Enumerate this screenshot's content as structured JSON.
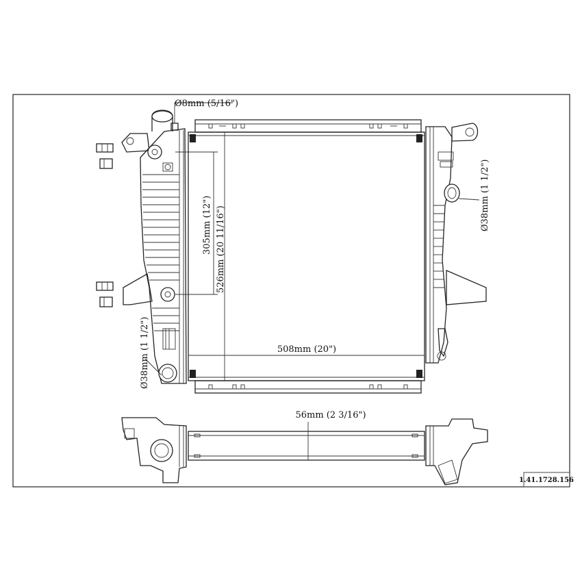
{
  "dimensions": {
    "inlet_diameter": "Ø8mm (5/16\")",
    "outlet_right": "Ø38mm (1 1/2\")",
    "outlet_left": "Ø38mm (1 1/2\")",
    "height_inner": "305mm (12\")",
    "height_core": "526mm (20 11/16\")",
    "width_core": "508mm (20\")",
    "core_thickness": "56mm (2 3/16\")"
  },
  "part_number": "1.41.1728.156"
}
